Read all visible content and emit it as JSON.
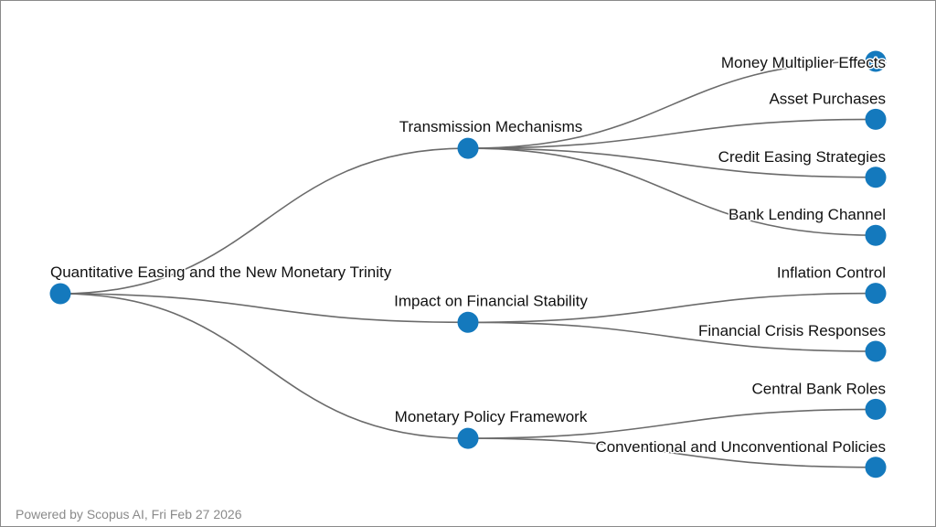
{
  "tree": {
    "label": "Quantitative Easing and the New Monetary Trinity",
    "children": [
      {
        "label": "Transmission Mechanisms",
        "children": [
          {
            "label": "Money Multiplier Effects"
          },
          {
            "label": "Asset Purchases"
          },
          {
            "label": "Credit Easing Strategies"
          },
          {
            "label": "Bank Lending Channel"
          }
        ]
      },
      {
        "label": "Impact on Financial Stability",
        "children": [
          {
            "label": "Inflation Control"
          },
          {
            "label": "Financial Crisis Responses"
          }
        ]
      },
      {
        "label": "Monetary Policy Framework",
        "children": [
          {
            "label": "Central Bank Roles"
          },
          {
            "label": "Conventional and Unconventional Policies"
          }
        ]
      }
    ]
  },
  "footer": "Powered by Scopus AI, Fri Feb 27 2026",
  "colors": {
    "node": "#1479bd",
    "link": "#6b6b6b"
  }
}
